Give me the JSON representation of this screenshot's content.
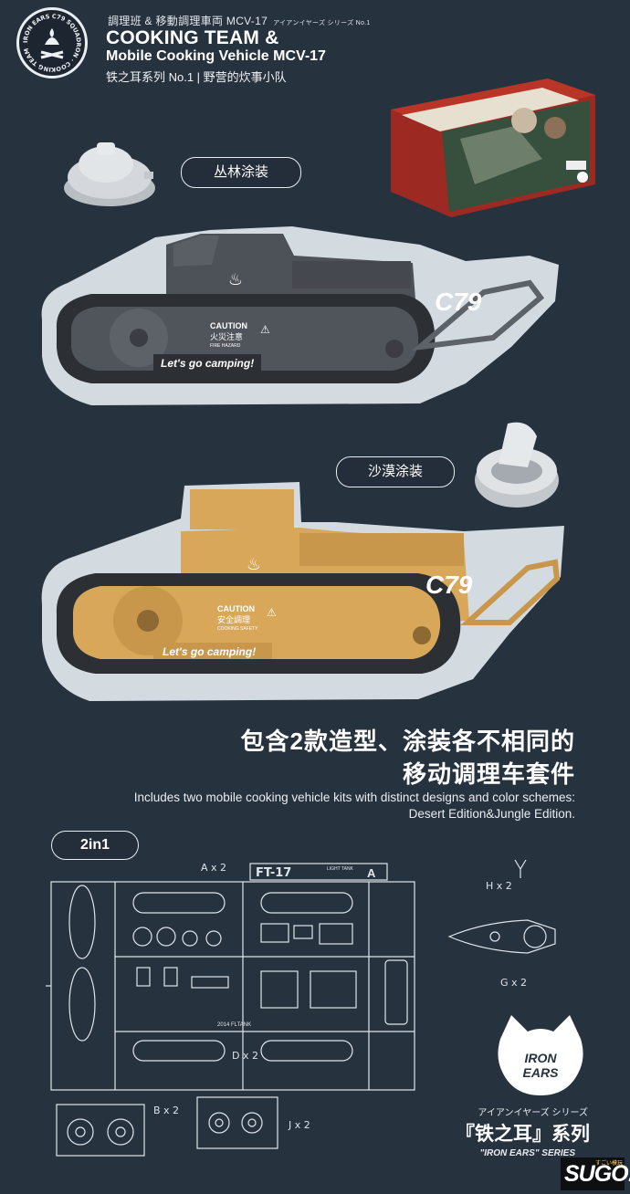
{
  "header": {
    "logo_text": "IRON EARS C79 SQUADRON · COOKING TEAM",
    "subtitle_jp": "調理班 & 移動調理車両 MCV-17",
    "series_jp": "アイアンイヤーズ シリーズ No.1",
    "title_line1": "COOKING TEAM &",
    "title_line2": "Mobile Cooking Vehicle MCV-17",
    "title_cn": "铁之耳系列 No.1 | 野营的炊事小队"
  },
  "jungle": {
    "label": "丛林涂装",
    "hull_number": "C79",
    "caution": "CAUTION",
    "caution_cn": "火災注意",
    "caution_small": "FIRE HAZARD",
    "slogan": "Let's go camping!"
  },
  "desert": {
    "label": "沙漠涂装",
    "hull_number": "C79",
    "caution": "CAUTION",
    "caution_cn": "安全調理",
    "caution_small": "COOKING SAFETY",
    "slogan": "Let's go camping!"
  },
  "headline": {
    "cn_line1": "包含2款造型、涂装各不相同的",
    "cn_line2": "移动调理车套件",
    "en_line1": "Includes two mobile cooking vehicle kits with distinct designs and color schemes:",
    "en_line2": "Desert Edition&Jungle Edition."
  },
  "sprue": {
    "badge": "2in1",
    "sprue_title": "FT-17",
    "sprue_sub": "LIGHT TANK",
    "sprue_letter": "A",
    "sprue_code": "2014 FLTANK",
    "label_a": "A x 2",
    "label_b": "B x 2",
    "label_d": "D x 2",
    "label_j": "J x 2",
    "label_h": "H x 2",
    "label_g": "G x 2"
  },
  "brand": {
    "logo_line1": "IRON",
    "logo_line2": "EARS",
    "series_jp": "アイアンイヤーズ シリーズ",
    "series_cn": "『铁之耳』系列",
    "series_en": "\"IRON EARS\" SERIES",
    "sugo": "SUGO!",
    "sugo_small": "すごい模玩"
  },
  "colors": {
    "background": "#27323f",
    "jungle_hull": "#4d5258",
    "desert_hull": "#d8a759",
    "silhouette": "#d3dae0"
  }
}
